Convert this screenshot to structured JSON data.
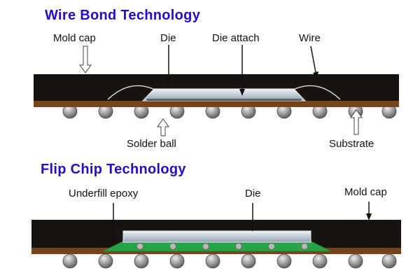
{
  "colors": {
    "title": "#2a0ac4",
    "label": "#111111",
    "mold": "#1a1410",
    "substrate": "#74451d",
    "underfill": "#27a348",
    "background": "#ffffff"
  },
  "wire_bond": {
    "title": "Wire Bond Technology",
    "labels": {
      "mold_cap": "Mold cap",
      "die": "Die",
      "die_attach": "Die attach",
      "wire": "Wire",
      "solder_ball": "Solder ball",
      "substrate": "Substrate"
    }
  },
  "flip_chip": {
    "title": "Flip Chip Technology",
    "labels": {
      "underfill_epoxy": "Underfill epoxy",
      "die": "Die",
      "mold_cap": "Mold cap"
    }
  }
}
